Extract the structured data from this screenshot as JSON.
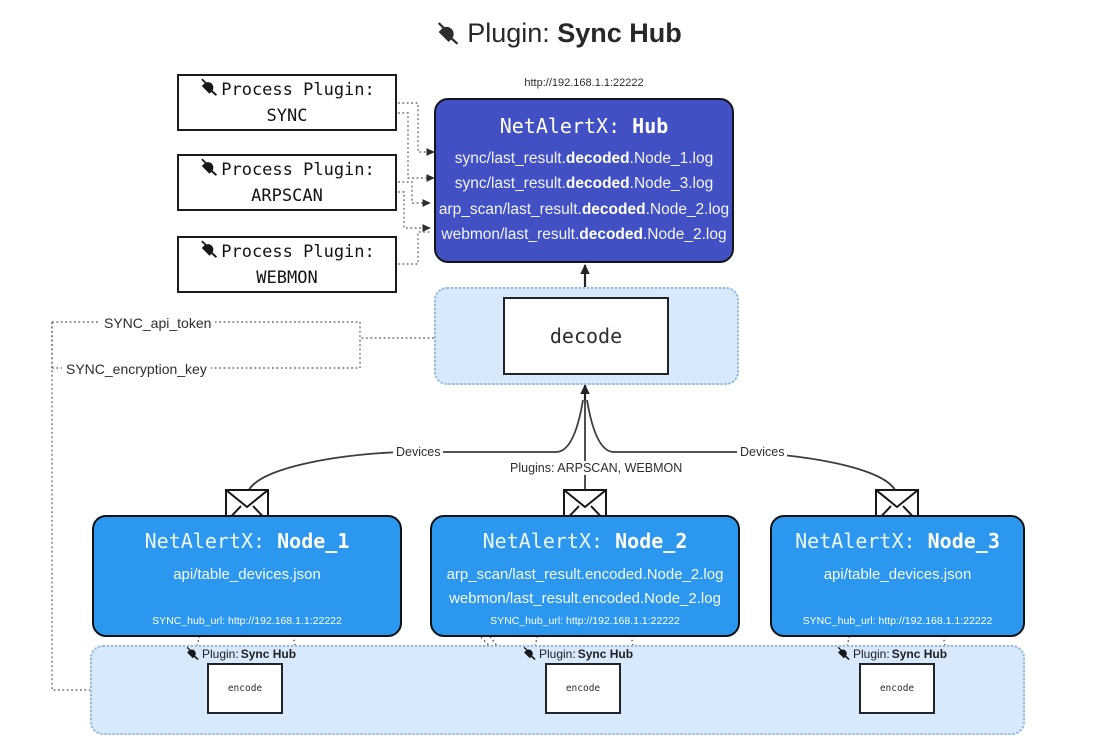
{
  "title": {
    "icon": "plug-icon",
    "prefix": "Plugin:",
    "name": "Sync Hub"
  },
  "process_plugins": [
    {
      "icon": "plug-icon",
      "line1": "Process Plugin:",
      "line2": "SYNC"
    },
    {
      "icon": "plug-icon",
      "line1": "Process Plugin:",
      "line2": "ARPSCAN"
    },
    {
      "icon": "plug-icon",
      "line1": "Process Plugin:",
      "line2": "WEBMON"
    }
  ],
  "hub": {
    "url": "http://192.168.1.1:22222",
    "title_prefix": "NetAlertX:",
    "title_name": "Hub",
    "log_lines": [
      {
        "pre": "sync/last_result.",
        "strong": "decoded",
        "post": ".Node_1.log"
      },
      {
        "pre": "sync/last_result.",
        "strong": "decoded",
        "post": ".Node_3.log"
      },
      {
        "pre": "arp_scan/last_result.",
        "strong": "decoded",
        "post": ".Node_2.log"
      },
      {
        "pre": "webmon/last_result.",
        "strong": "decoded",
        "post": ".Node_2.log"
      }
    ]
  },
  "decode": {
    "label": "decode"
  },
  "keys": {
    "api_token": "SYNC_api_token",
    "encryption_key": "SYNC_encryption_key"
  },
  "edge_labels": {
    "devices_left": "Devices",
    "devices_right": "Devices",
    "plugins_middle": "Plugins: ARPSCAN, WEBMON"
  },
  "nodes": [
    {
      "icon": "envelope-icon",
      "title_prefix": "NetAlertX:",
      "title_name": "Node_1",
      "lines": [
        "api/table_devices.json"
      ],
      "footer": "SYNC_hub_url: http://192.168.1.1:22222"
    },
    {
      "icon": "envelope-icon",
      "title_prefix": "NetAlertX:",
      "title_name": "Node_2",
      "lines": [
        "arp_scan/last_result.encoded.Node_2.log",
        "webmon/last_result.encoded.Node_2.log"
      ],
      "footer": "SYNC_hub_url: http://192.168.1.1:22222"
    },
    {
      "icon": "envelope-icon",
      "title_prefix": "NetAlertX:",
      "title_name": "Node_3",
      "lines": [
        "api/table_devices.json"
      ],
      "footer": "SYNC_hub_url: http://192.168.1.1:22222"
    }
  ],
  "encoders": [
    {
      "icon": "plug-icon",
      "caption_prefix": "Plugin:",
      "caption_name": "Sync Hub",
      "label": "encode"
    },
    {
      "icon": "plug-icon",
      "caption_prefix": "Plugin:",
      "caption_name": "Sync Hub",
      "label": "encode"
    },
    {
      "icon": "plug-icon",
      "caption_prefix": "Plugin:",
      "caption_name": "Sync Hub",
      "label": "encode"
    }
  ],
  "colors": {
    "hub_fill": "#4250c4",
    "node_fill": "#2b97ee",
    "container_fill": "#d7e9fa",
    "container_border": "#8fb8d8",
    "stroke": "#2b2d31"
  }
}
